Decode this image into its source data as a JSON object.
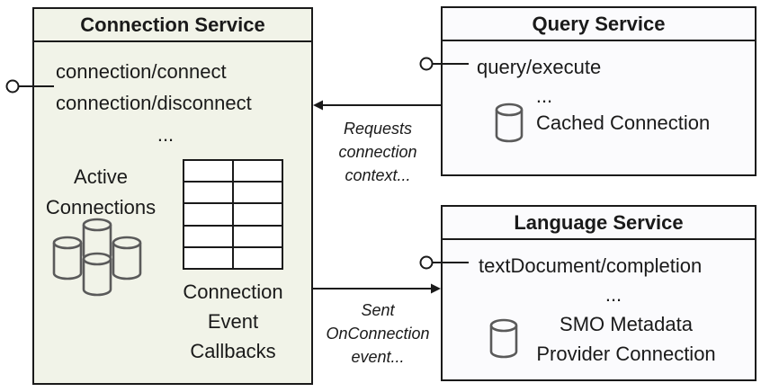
{
  "colors": {
    "connection_fill": "#f1f3e8",
    "service_fill": "#fbfbfd",
    "line": "#1a1a1a",
    "cylinder": "#5a5a5a"
  },
  "connection_service": {
    "title": "Connection Service",
    "method_1": "connection/connect",
    "method_2": "connection/disconnect",
    "ellipsis": "...",
    "active_label": "Active Connections",
    "callbacks_label": "Connection Event Callbacks"
  },
  "query_service": {
    "title": "Query Service",
    "method_1": "query/execute",
    "ellipsis": "...",
    "connection_label": "Cached Connection"
  },
  "language_service": {
    "title": "Language Service",
    "method_1": "textDocument/completion",
    "ellipsis": "...",
    "connection_label": "SMO Metadata Provider Connection"
  },
  "edges": {
    "requests_label": "Requests connection context...",
    "sent_label": "Sent OnConnection event..."
  }
}
